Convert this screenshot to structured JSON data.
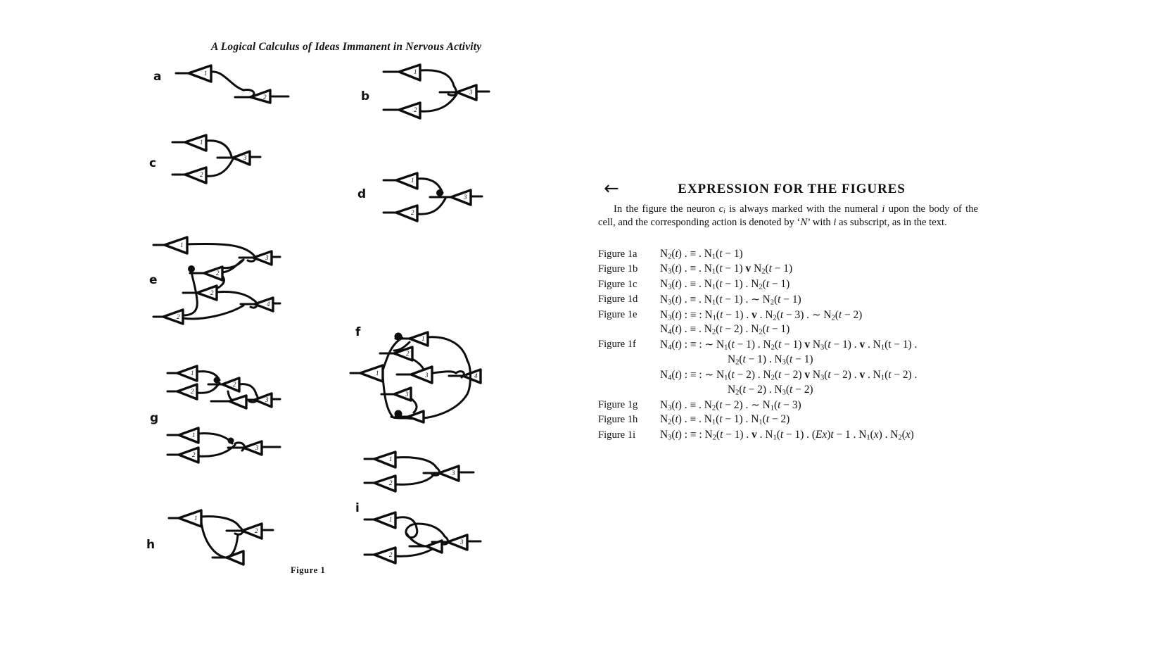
{
  "page": {
    "running_head": "A Logical Calculus of Ideas Immanent in Nervous Activity",
    "figure_caption": "Figure 1",
    "figure_caption_lead": "F",
    "figure_caption_rest": "IGURE",
    "figure_caption_number": "1"
  },
  "panels": [
    {
      "id": "a",
      "label": "a",
      "neurons": [
        "1",
        "2"
      ]
    },
    {
      "id": "b",
      "label": "b",
      "neurons": [
        "1",
        "2",
        "3"
      ]
    },
    {
      "id": "c",
      "label": "c",
      "neurons": [
        "1",
        "2",
        "3"
      ]
    },
    {
      "id": "d",
      "label": "d",
      "neurons": [
        "1",
        "2",
        "3"
      ]
    },
    {
      "id": "e",
      "label": "e",
      "neurons": [
        "1",
        "3",
        "2",
        "4",
        "2"
      ]
    },
    {
      "id": "f",
      "label": "f",
      "neurons": [
        "1",
        "2",
        "3",
        "4"
      ]
    },
    {
      "id": "g",
      "label": "g",
      "neurons": [
        "1",
        "2",
        "3",
        "1",
        "2",
        "3"
      ]
    },
    {
      "id": "h",
      "label": "h",
      "neurons": [
        "1",
        "2"
      ]
    },
    {
      "id": "i",
      "label": "i",
      "neurons": [
        "1",
        "2",
        "3",
        "1",
        "2",
        "3"
      ]
    }
  ],
  "column": {
    "back_arrow": "←",
    "title": "EXPRESSION FOR THE FIGURES",
    "lead_paragraph_html": "In the figure the neuron <i>c<span class=\"sub\">i</span></i> is always marked with the numeral <i>i</i> upon the body of the cell, and the corresponding action is denoted by ‘<span class=\"nital\">N</span>’ with <i>i</i> as subscript, as in the text.",
    "formulas": [
      {
        "name": "Figure 1a",
        "lines": [
          "N<span class=\"sub\">2</span>(<i>t</i>) . ≡ . N<span class=\"sub\">1</span>(<i>t</i> − 1)"
        ]
      },
      {
        "name": "Figure 1b",
        "lines": [
          "N<span class=\"sub\">3</span>(<i>t</i>) . ≡ . N<span class=\"sub\">1</span>(<i>t</i> − 1) <span class=\"v\">v</span> N<span class=\"sub\">2</span>(<i>t</i> − 1)"
        ]
      },
      {
        "name": "Figure 1c",
        "lines": [
          "N<span class=\"sub\">3</span>(<i>t</i>) . ≡ . N<span class=\"sub\">1</span>(<i>t</i> − 1) . N<span class=\"sub\">2</span>(<i>t</i> − 1)"
        ]
      },
      {
        "name": "Figure 1d",
        "lines": [
          "N<span class=\"sub\">3</span>(<i>t</i>) . ≡ . N<span class=\"sub\">1</span>(<i>t</i> − 1) . <span class=\"tilde\">∼</span> N<span class=\"sub\">2</span>(<i>t</i> − 1)"
        ]
      },
      {
        "name": "Figure 1e",
        "lines": [
          "N<span class=\"sub\">3</span>(<i>t</i>) : ≡ : N<span class=\"sub\">1</span>(<i>t</i> − 1) . <span class=\"v\">v</span> . N<span class=\"sub\">2</span>(<i>t</i> − 3) . <span class=\"tilde\">∼</span> N<span class=\"sub\">2</span>(<i>t</i> − 2)",
          "N<span class=\"sub\">4</span>(<i>t</i>) . ≡ . N<span class=\"sub\">2</span>(<i>t</i> − 2) . N<span class=\"sub\">2</span>(<i>t</i> − 1)"
        ]
      },
      {
        "name": "Figure 1f",
        "lines": [
          "N<span class=\"sub\">4</span>(<i>t</i>) : ≡ : <span class=\"tilde\">∼</span> N<span class=\"sub\">1</span>(<i>t</i> − 1) . N<span class=\"sub\">2</span>(<i>t</i> − 1) <span class=\"v\">v</span> N<span class=\"sub\">3</span>(<i>t</i> − 1) . <span class=\"v\">v</span> . N<span class=\"sub\">1</span>(t − 1) .",
          "N<span class=\"sub\">2</span>(<i>t</i> − 1) . N<span class=\"sub\">3</span>(<i>t</i> − 1)",
          "N<span class=\"sub\">4</span>(<i>t</i>) : ≡ : <span class=\"tilde\">∼</span> N<span class=\"sub\">1</span>(<i>t</i> − 2) . N<span class=\"sub\">2</span>(<i>t</i> − 2) <span class=\"v\">v</span> N<span class=\"sub\">3</span>(<i>t</i> − 2) . <span class=\"v\">v</span> . N<span class=\"sub\">1</span>(<i>t</i> − 2) .",
          "N<span class=\"sub\">2</span>(<i>t</i> − 2) . N<span class=\"sub\">3</span>(<i>t</i> − 2)"
        ]
      },
      {
        "name": "Figure 1g",
        "lines": [
          "N<span class=\"sub\">3</span>(<i>t</i>) . ≡ . N<span class=\"sub\">2</span>(<i>t</i> − 2) . <span class=\"tilde\">∼</span> N<span class=\"sub\">1</span>(<i>t</i> − 3)"
        ]
      },
      {
        "name": "Figure 1h",
        "lines": [
          "N<span class=\"sub\">2</span>(<i>t</i>) . ≡ . N<span class=\"sub\">1</span>(<i>t</i> − 1) . N<span class=\"sub\">1</span>(<i>t</i> − 2)"
        ]
      },
      {
        "name": "Figure 1i",
        "lines": [
          "N<span class=\"sub\">3</span>(<i>t</i>) : ≡ : N<span class=\"sub\">2</span>(<i>t</i> − 1) . <span class=\"v\">v</span> . N<span class=\"sub\">1</span>(<i>t</i> − 1) . (<i>Ex</i>)<i>t</i> − 1 . N<span class=\"sub\">1</span>(<i>x</i>) . N<span class=\"sub\">2</span>(<i>x</i>)"
        ]
      }
    ]
  },
  "colors": {
    "ink": "#0d0d0d",
    "paper": "#ffffff"
  }
}
